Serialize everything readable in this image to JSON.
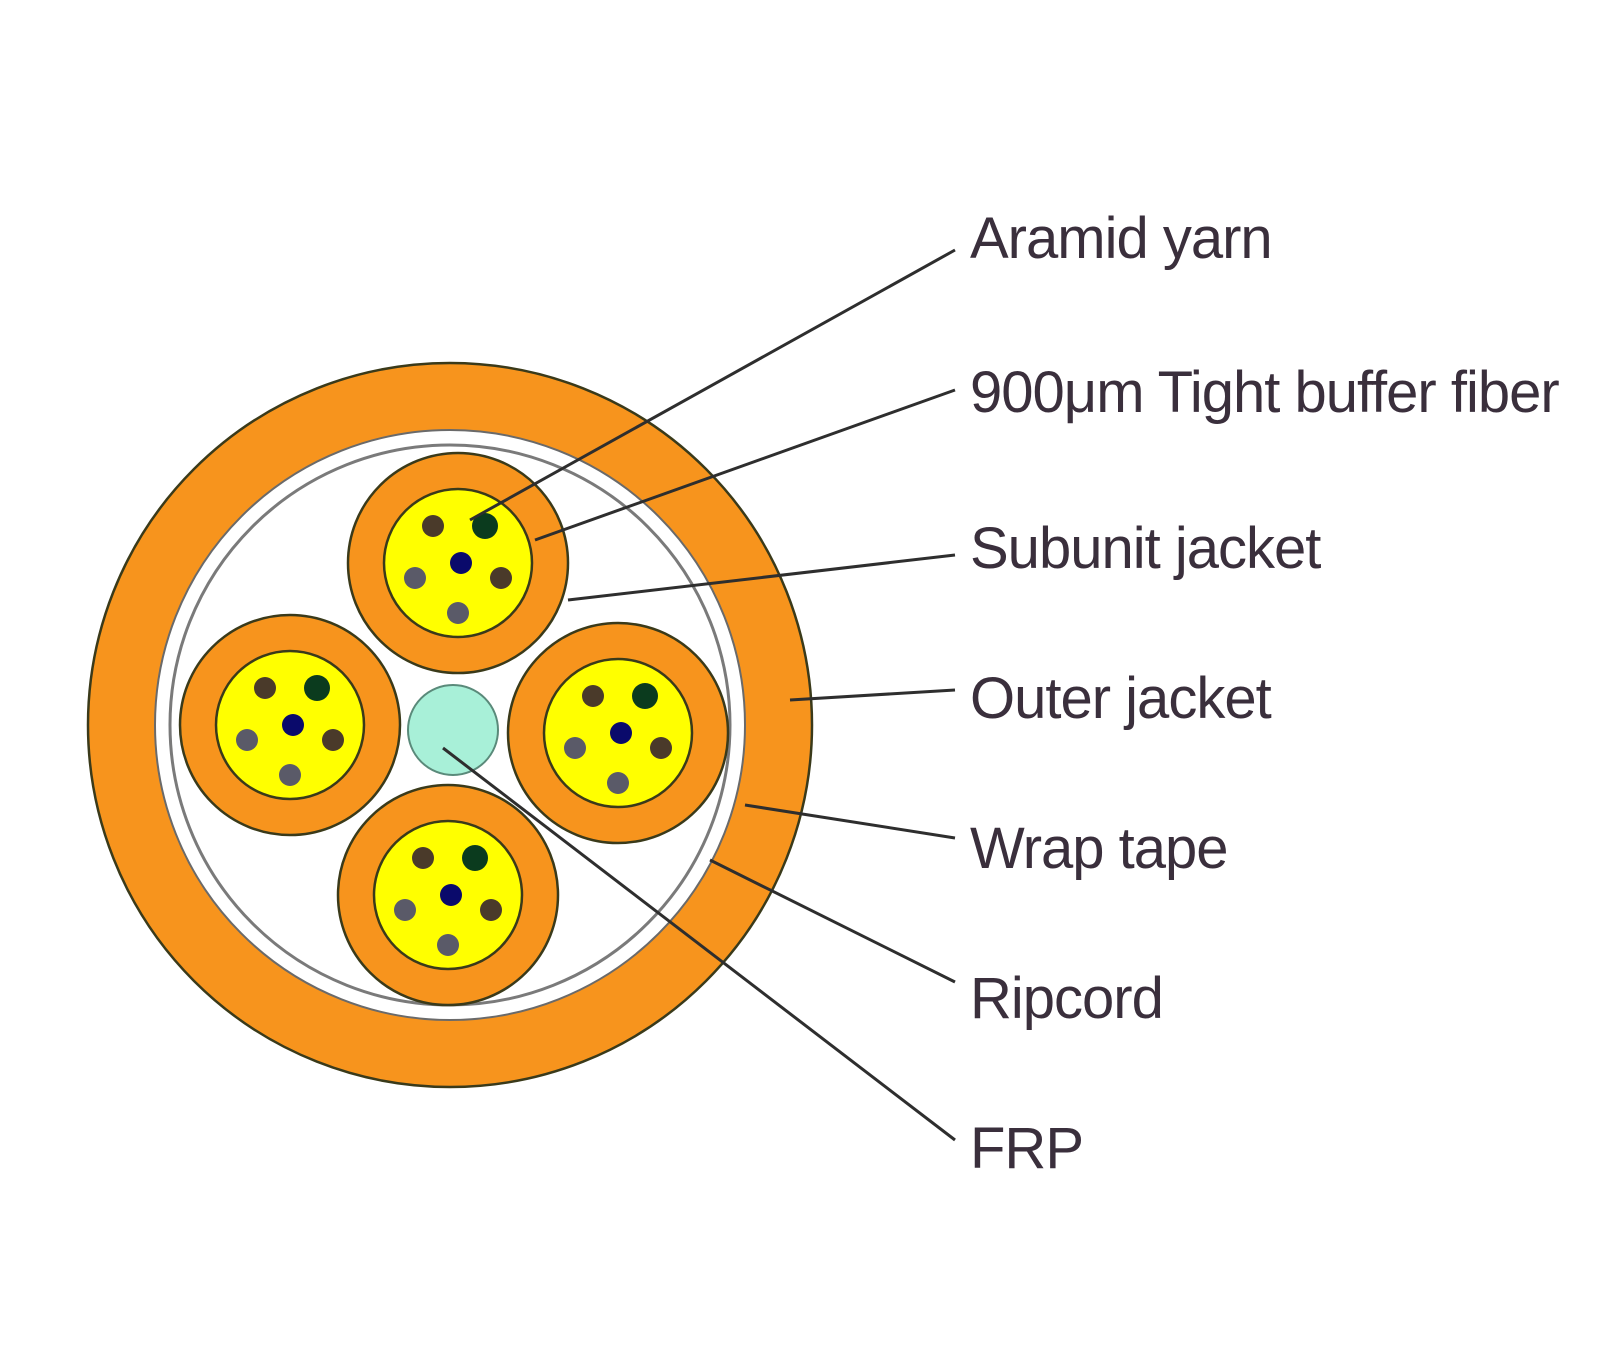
{
  "labels": [
    {
      "key": "aramid",
      "text": "Aramid yarn"
    },
    {
      "key": "fiber",
      "text": "900μm Tight buffer fiber"
    },
    {
      "key": "subunit",
      "text": "Subunit jacket"
    },
    {
      "key": "outer",
      "text": "Outer jacket"
    },
    {
      "key": "wrap",
      "text": "Wrap tape"
    },
    {
      "key": "ripcord",
      "text": "Ripcord"
    },
    {
      "key": "frp",
      "text": "FRP"
    }
  ],
  "colors": {
    "outer_jacket": "#f7941d",
    "subunit_jacket": "#f7941d",
    "aramid_fill": "#ffff00",
    "frp": "#a8f0d8",
    "fiber_dark_green": "#0b3b1e",
    "fiber_navy": "#0a0a6b",
    "fiber_brown": "#4a3a2a",
    "fiber_gray": "#5a5a68",
    "line": "#2e2e2e"
  },
  "fiber_colors": [
    "brown",
    "dark_green",
    "navy",
    "gray",
    "brown",
    "gray"
  ]
}
